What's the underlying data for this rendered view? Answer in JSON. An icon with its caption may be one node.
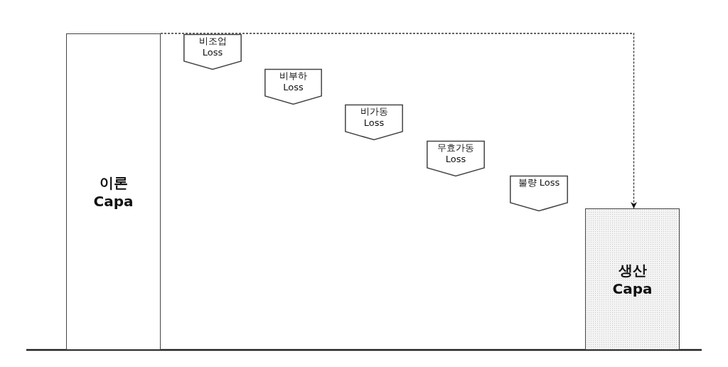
{
  "diagram": {
    "nodes": [
      {
        "text": [
          "이론 Capa"
        ]
      },
      {
        "text": [
          "비조업 Loss"
        ]
      },
      {
        "text": [
          "비부하 Loss"
        ]
      },
      {
        "text": [
          "비가동 Loss"
        ]
      },
      {
        "text": [
          "무효가동 Loss"
        ]
      },
      {
        "text": [
          "불량 Loss"
        ]
      },
      {
        "text": [
          "생산 Capa"
        ]
      }
    ],
    "edges": [
      {
        "from": 0,
        "to": 6,
        "arrow": "to",
        "style": "dashed"
      }
    ]
  }
}
